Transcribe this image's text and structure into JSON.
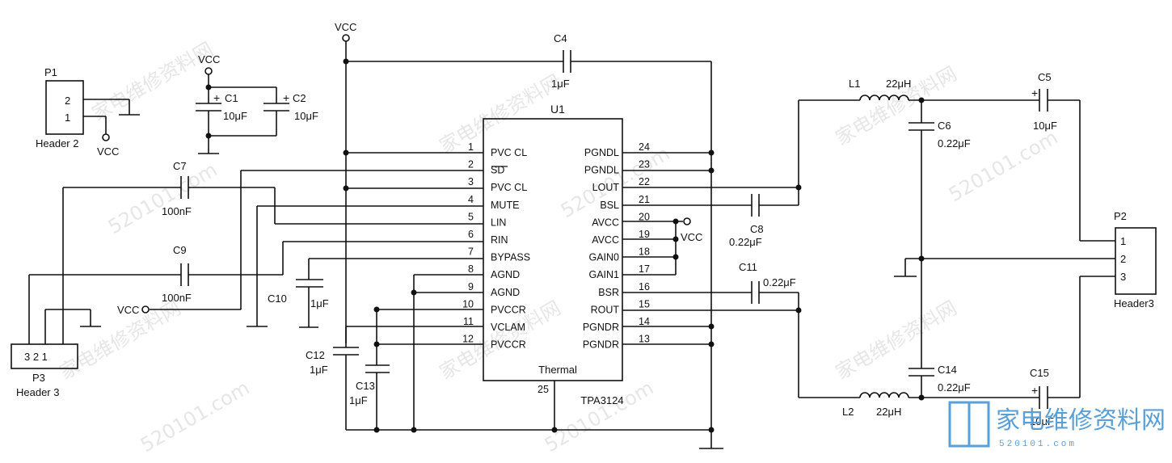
{
  "ic": {
    "ref": "U1",
    "part": "TPA3124",
    "thermal_label": "Thermal",
    "thermal_pin": "25",
    "left_pins": [
      {
        "num": "1",
        "name": "PVC CL"
      },
      {
        "num": "2",
        "name": "SD"
      },
      {
        "num": "3",
        "name": "PVC CL"
      },
      {
        "num": "4",
        "name": "MUTE"
      },
      {
        "num": "5",
        "name": "LIN"
      },
      {
        "num": "6",
        "name": "RIN"
      },
      {
        "num": "7",
        "name": "BYPASS"
      },
      {
        "num": "8",
        "name": "AGND"
      },
      {
        "num": "9",
        "name": "AGND"
      },
      {
        "num": "10",
        "name": "PVCCR"
      },
      {
        "num": "11",
        "name": "VCLAM"
      },
      {
        "num": "12",
        "name": "PVCCR"
      }
    ],
    "right_pins": [
      {
        "num": "24",
        "name": "PGNDL"
      },
      {
        "num": "23",
        "name": "PGNDL"
      },
      {
        "num": "22",
        "name": "LOUT"
      },
      {
        "num": "21",
        "name": "BSL"
      },
      {
        "num": "20",
        "name": "AVCC"
      },
      {
        "num": "19",
        "name": "AVCC"
      },
      {
        "num": "18",
        "name": "GAIN0"
      },
      {
        "num": "17",
        "name": "GAIN1"
      },
      {
        "num": "16",
        "name": "BSR"
      },
      {
        "num": "15",
        "name": "ROUT"
      },
      {
        "num": "14",
        "name": "PGNDR"
      },
      {
        "num": "13",
        "name": "PGNDR"
      }
    ]
  },
  "labels": {
    "vcc": "VCC",
    "p1": "P1",
    "p1_type": "Header 2",
    "p1_pin2": "2",
    "p1_pin1": "1",
    "p2": "P2",
    "p2_type": "Header3",
    "p2_pin1": "1",
    "p2_pin2": "2",
    "p2_pin3": "3",
    "p3": "P3",
    "p3_type": "Header 3",
    "p3_pins": "3 2 1",
    "c1": "C1",
    "c1_val": "10μF",
    "c2": "C2",
    "c2_val": "10μF",
    "c4": "C4",
    "c4_val": "1μF",
    "c5": "C5",
    "c5_val": "10μF",
    "c6": "C6",
    "c6_val": "0.22μF",
    "c7": "C7",
    "c7_val": "100nF",
    "c8": "C8",
    "c8_val": "0.22μF",
    "c9": "C9",
    "c9_val": "100nF",
    "c10": "C10",
    "c10_val": "1μF",
    "c11": "C11",
    "c11_val": "0.22μF",
    "c12": "C12",
    "c12_val": "1μF",
    "c13": "C13",
    "c13_val": "1μF",
    "c14": "C14",
    "c14_val": "0.22μF",
    "c15": "C15",
    "c15_val": "10μF",
    "l1": "L1",
    "l1_val": "22μH",
    "l2": "L2",
    "l2_val": "22μH",
    "plus": "+"
  },
  "watermark": {
    "text": "家电维修资料网",
    "site": "520101.com",
    "logo": "家电维修资料网",
    "logo_sub": "520101.com"
  }
}
